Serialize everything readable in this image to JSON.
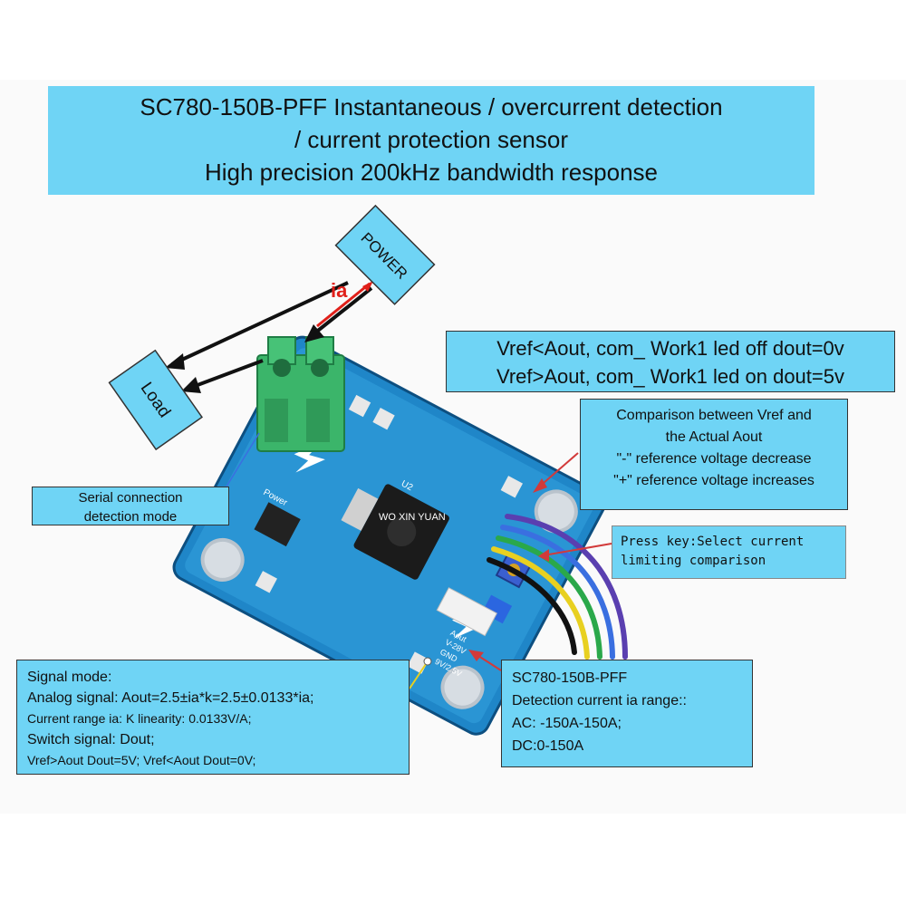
{
  "title": {
    "line1": "SC780-150B-PFF Instantaneous / overcurrent detection",
    "line2": "/ current protection sensor",
    "line3": "High precision 200kHz bandwidth response"
  },
  "power_label": "POWER",
  "load_label": "Load",
  "current_label": "ia",
  "brand_label": "WO XIN YUAN",
  "vref_box": {
    "line1": "Vref<Aout, com_ Work1 led off dout=0v",
    "line2": "Vref>Aout, com_ Work1 led on dout=5v"
  },
  "comparison_box": {
    "line1": "Comparison between Vref and",
    "line2": "the Actual Aout",
    "line3": "\"-\" reference voltage decrease",
    "line4": "\"+\" reference voltage increases"
  },
  "serial_box": {
    "line1": "Serial connection",
    "line2": "detection mode"
  },
  "press_box": {
    "line1": "Press key:Select current",
    "line2": "limiting comparison"
  },
  "signal_box": {
    "line1": "Signal mode:",
    "line2": "Analog signal: Aout=2.5±ia*k=2.5±0.0133*ia;",
    "line3": "Current range ia: K linearity: 0.0133V/A;",
    "line4": "Switch signal: Dout;",
    "line5": "Vref>Aout Dout=5V;   Vref<Aout Dout=0V;"
  },
  "spec_box": {
    "line1": "SC780-150B-PFF",
    "line2": "Detection current ia range::",
    "line3": "AC: -150A-150A;",
    "line4": "DC:0-150A"
  },
  "board_labels": {
    "power": "Power",
    "u2": "U2",
    "aout": "Aout",
    "gnd": "GND",
    "v": "V-28V",
    "pin": "9V/2.5V"
  },
  "colors": {
    "callout": "#6fd4f5",
    "board": "#1a7fc4",
    "terminal": "#3cb371",
    "arrow_current": "#e0201a"
  }
}
